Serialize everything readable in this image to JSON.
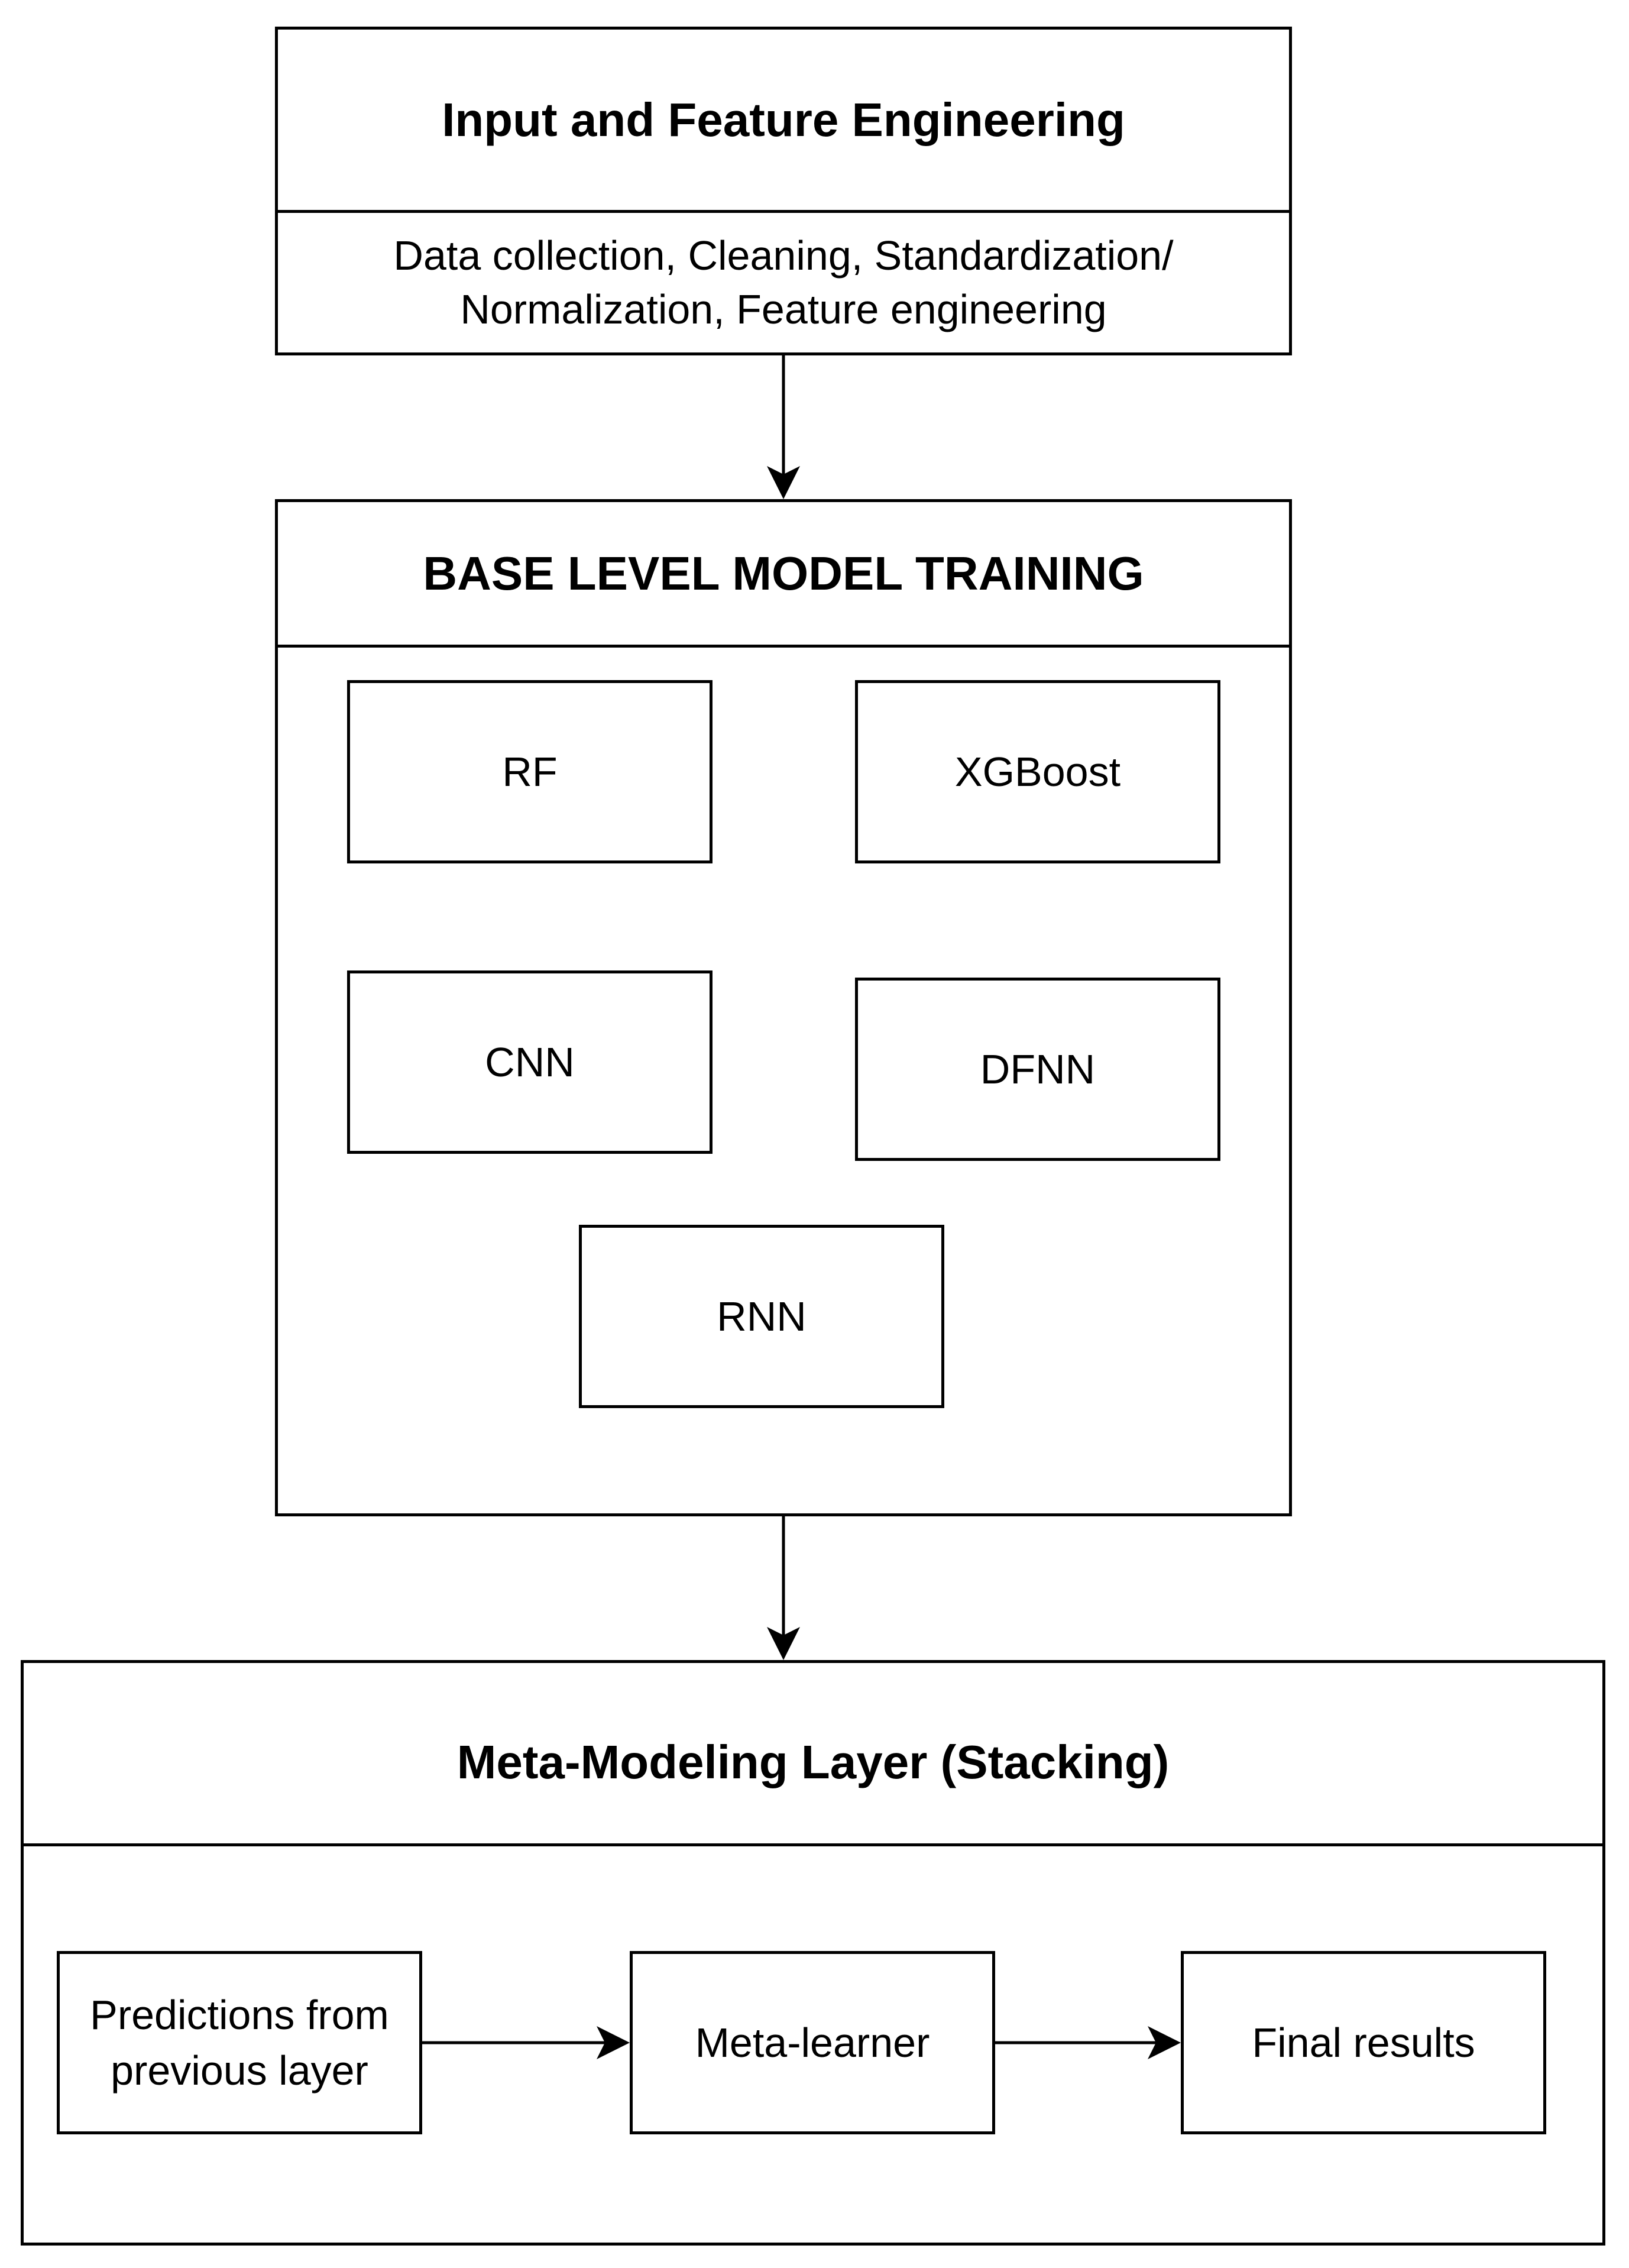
{
  "input_section": {
    "title": "Input and Feature Engineering",
    "description": "Data collection, Cleaning, Standardization/ Normalization, Feature engineering"
  },
  "base_section": {
    "title": "BASE LEVEL MODEL TRAINING",
    "models": {
      "rf": "RF",
      "xgboost": "XGBoost",
      "cnn": "CNN",
      "dfnn": "DFNN",
      "rnn": "RNN"
    }
  },
  "meta_section": {
    "title": "Meta-Modeling Layer (Stacking)",
    "steps": {
      "predictions": "Predictions from previous layer",
      "meta_learner": "Meta-learner",
      "final_results": "Final results"
    }
  },
  "colors": {
    "line": "#000000",
    "background": "#ffffff"
  }
}
